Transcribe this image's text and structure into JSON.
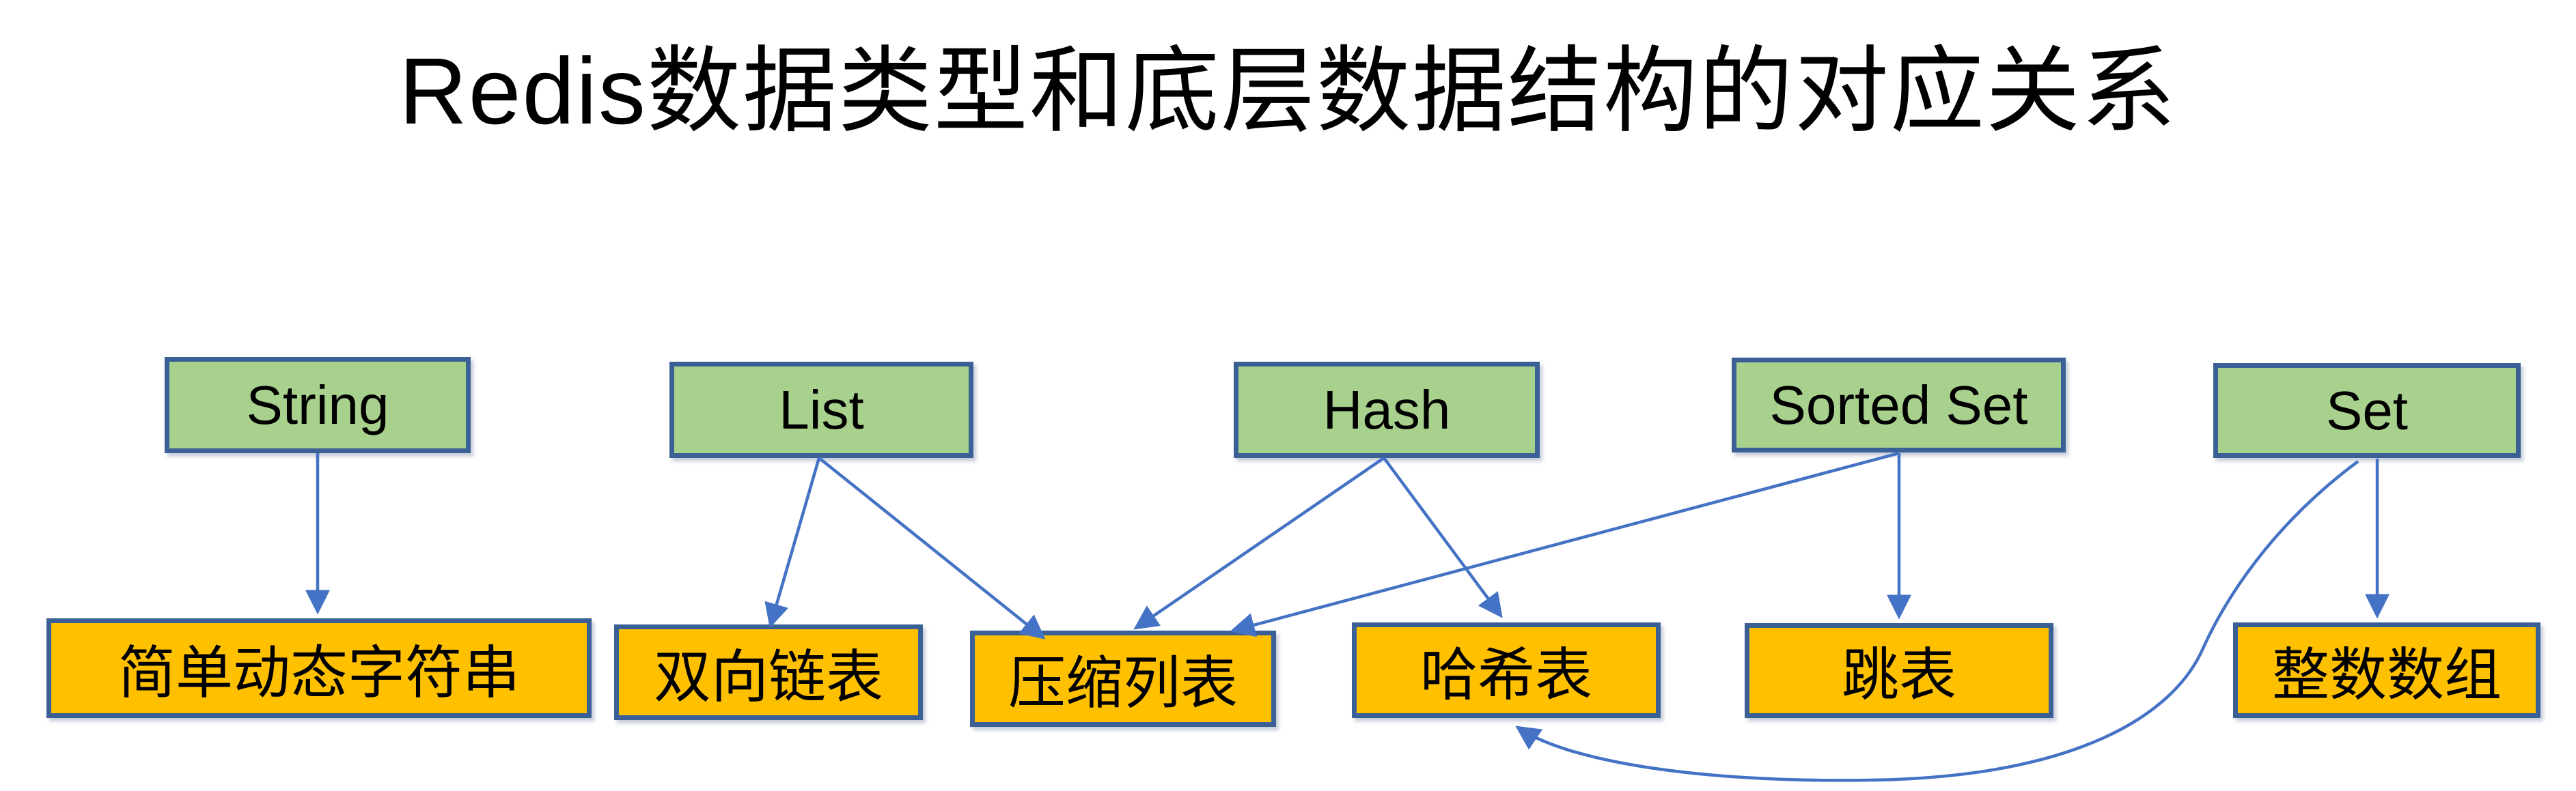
{
  "title": "Redis数据类型和底层数据结构的对应关系",
  "colors": {
    "type_fill": "#a9d18e",
    "type_border": "#3a6096",
    "struct_fill": "#ffc000",
    "struct_border": "#3a6096",
    "arrow": "#4472c4",
    "title_text": "#000000",
    "canvas_bg": "#ffffff"
  },
  "nodes": {
    "types": [
      {
        "label": "String"
      },
      {
        "label": "List"
      },
      {
        "label": "Hash"
      },
      {
        "label": "Sorted Set"
      },
      {
        "label": "Set"
      }
    ],
    "structures": [
      {
        "label": "简单动态字符串"
      },
      {
        "label": "双向链表"
      },
      {
        "label": "压缩列表"
      },
      {
        "label": "哈希表"
      },
      {
        "label": "跳表"
      },
      {
        "label": "整数数组"
      }
    ]
  },
  "edges": [
    {
      "from": "String",
      "to": "简单动态字符串"
    },
    {
      "from": "List",
      "to": "双向链表"
    },
    {
      "from": "List",
      "to": "压缩列表"
    },
    {
      "from": "Hash",
      "to": "压缩列表"
    },
    {
      "from": "Hash",
      "to": "哈希表"
    },
    {
      "from": "Sorted Set",
      "to": "压缩列表"
    },
    {
      "from": "Sorted Set",
      "to": "跳表"
    },
    {
      "from": "Set",
      "to": "整数数组"
    },
    {
      "from": "Set",
      "to": "哈希表"
    }
  ]
}
